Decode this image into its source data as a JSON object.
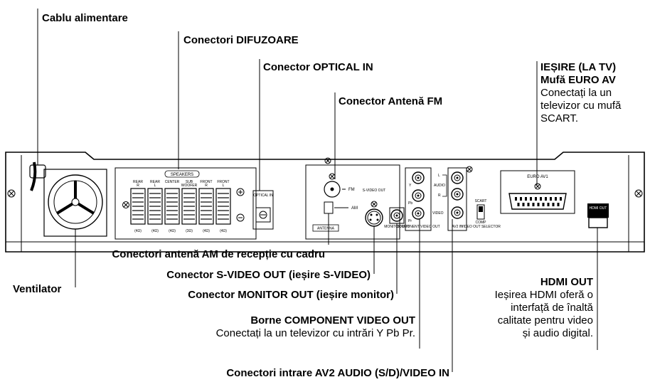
{
  "labels": {
    "power_cord": "Cablu alimentare",
    "speaker_connectors": "Conectori DIFUZOARE",
    "optical_in": "Conector OPTICAL IN",
    "fm_antenna": "Conector Antenă FM",
    "euro_av_line1": "IEȘIRE (LA TV)",
    "euro_av_line2": "Mufă EURO AV",
    "euro_av_desc1": "Conectați la un",
    "euro_av_desc2": "televizor cu mufă",
    "euro_av_desc3": "SCART.",
    "am_antenna": "Conectori antenă AM de recepție cu cadru",
    "svideo_out": "Conector S-VIDEO OUT (ieșire S-VIDEO)",
    "fan": "Ventilator",
    "monitor_out": "Conector MONITOR OUT (ieșire monitor)",
    "component_title": "Borne COMPONENT VIDEO OUT",
    "component_desc": "Conectați la un televizor cu intrări Y Pb Pr.",
    "av2_in": "Conectori intrare AV2 AUDIO (S/D)/VIDEO IN",
    "hdmi_title": "HDMI OUT",
    "hdmi_desc1": "Ieșirea HDMI oferă o",
    "hdmi_desc2": "interfață de înaltă",
    "hdmi_desc3": "calitate pentru video",
    "hdmi_desc4": "și audio digital."
  },
  "panel": {
    "speakers_header": "SPEAKERS",
    "speaker_channels": [
      {
        "name": "REAR",
        "side": "R",
        "imp": "(4Ω)"
      },
      {
        "name": "REAR",
        "side": "L",
        "imp": "(4Ω)"
      },
      {
        "name": "CENTER",
        "side": "",
        "imp": "(4Ω)"
      },
      {
        "name": "SUB",
        "side": "WOOFER",
        "imp": "(3Ω)"
      },
      {
        "name": "FRONT",
        "side": "R",
        "imp": "(4Ω)"
      },
      {
        "name": "FRONT",
        "side": "L",
        "imp": "(4Ω)"
      }
    ],
    "optical_label": "OPTICAL IN",
    "fm_label": "FM",
    "am_label": "AM",
    "antenna_label": "ANTENNA",
    "svideo_label": "S-VIDEO OUT",
    "monitor_label": "MONITOR OUT",
    "component_label": "COMPONENT VIDEO OUT",
    "y_label": "Y",
    "pb_label": "Pb",
    "pr_label": "Pr",
    "audio_label": "AUDIO",
    "l_label": "L",
    "r_label": "R",
    "video_label": "VIDEO",
    "av2_label": "AV2 IN",
    "scart_label": "SCART",
    "comp_label": "COMP",
    "selector_label": "VIDEO OUT SELECTOR",
    "euro_av1_label": "EURO AV1",
    "hdmi_panel_label": "HDMI OUT"
  }
}
